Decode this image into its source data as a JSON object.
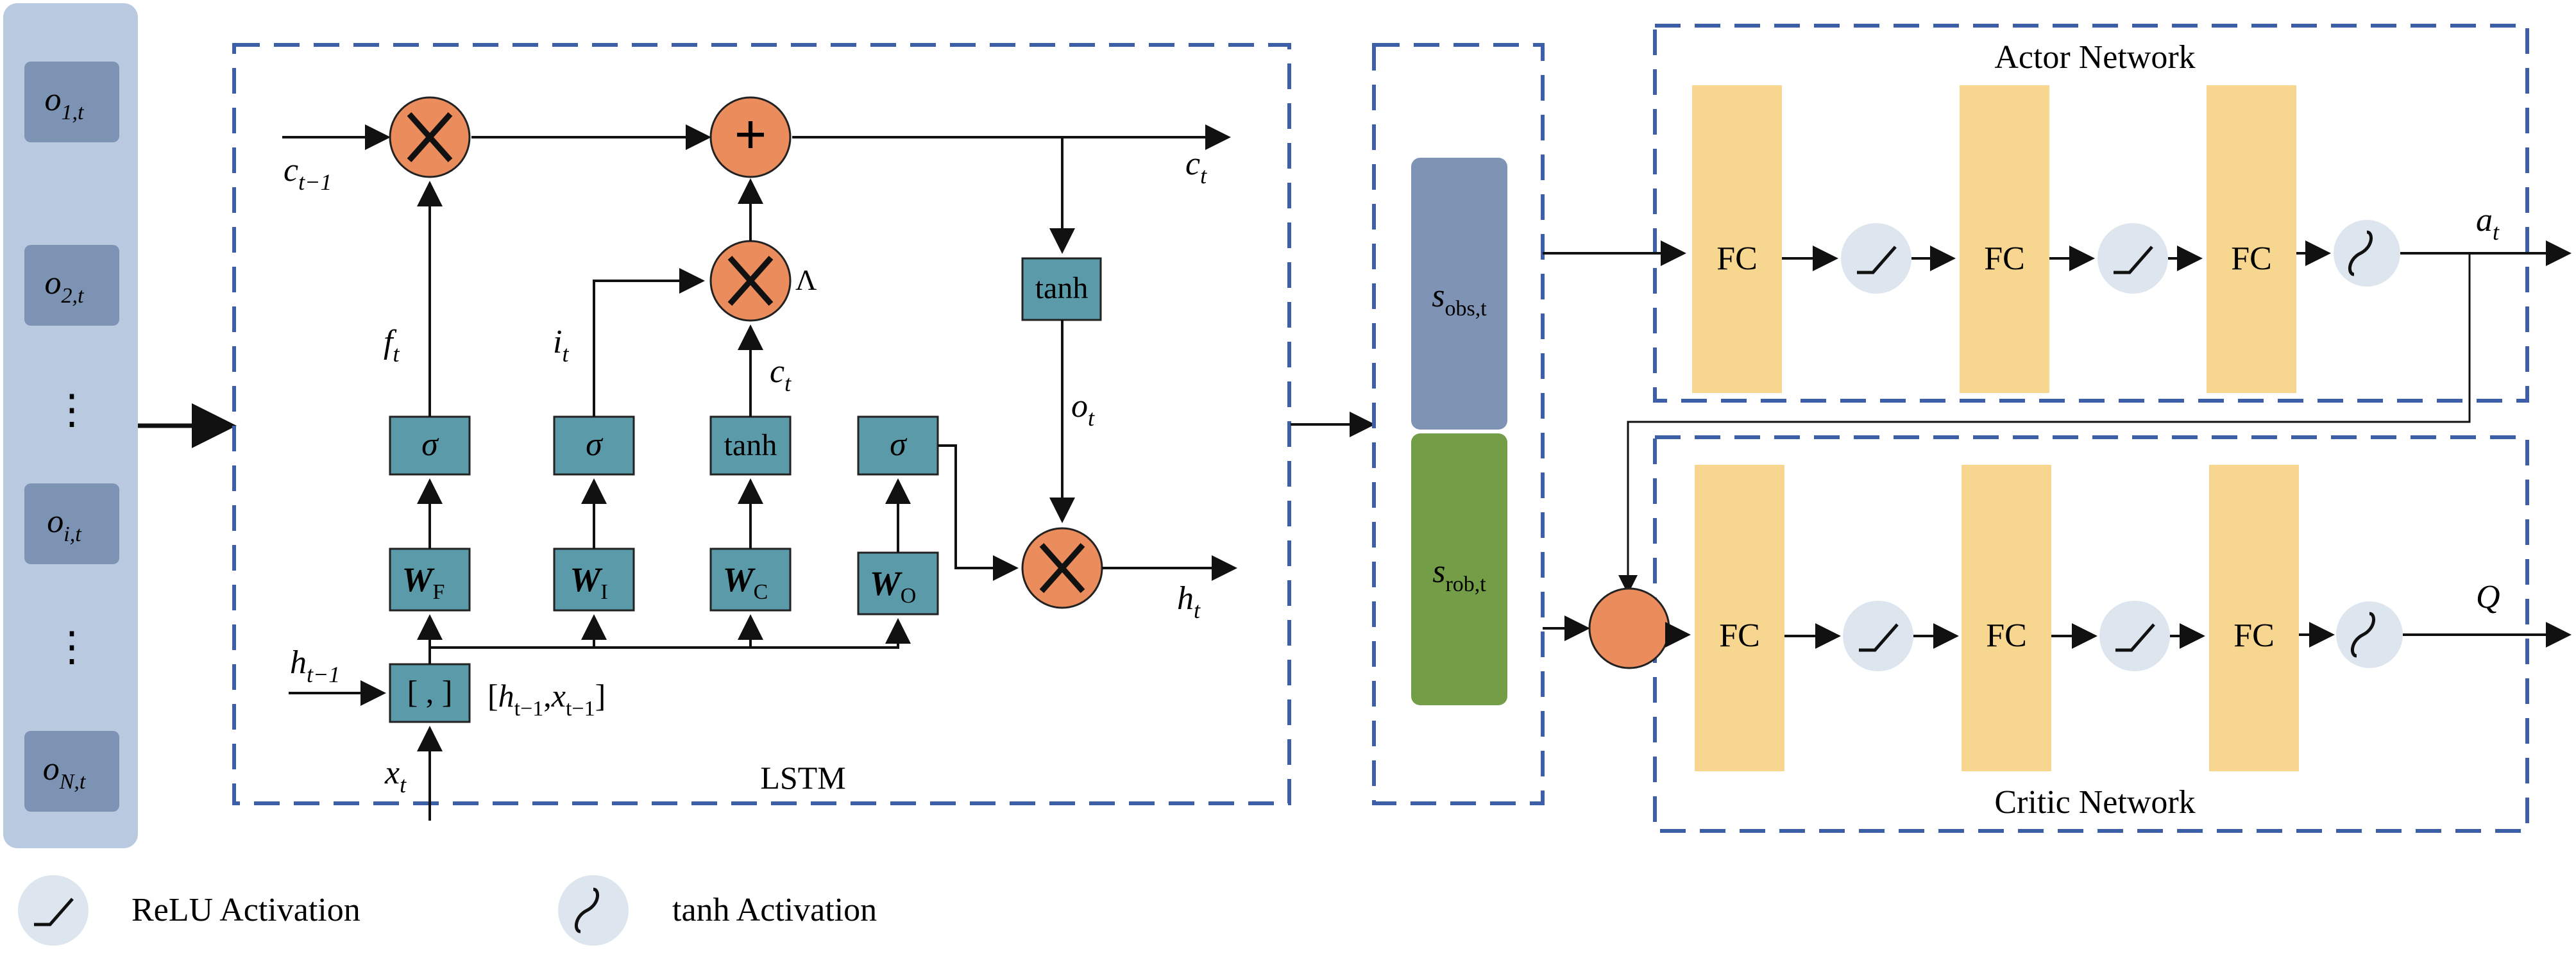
{
  "inputs": {
    "obs": [
      {
        "main": "o",
        "sub": "1,t"
      },
      {
        "main": "o",
        "sub": "2,t"
      },
      {
        "main": "o",
        "sub": "i,t"
      },
      {
        "main": "o",
        "sub": "N,t"
      }
    ],
    "ellipsis": "⋮"
  },
  "lstm": {
    "title": "LSTM",
    "c_prev": {
      "main": "c",
      "sub": "t−1"
    },
    "c_t": {
      "main": "c",
      "sub": "t"
    },
    "h_prev": {
      "main": "h",
      "sub": "t−1"
    },
    "h_t": {
      "main": "h",
      "sub": "t"
    },
    "x_t": {
      "main": "x",
      "sub": "t"
    },
    "f_t": {
      "main": "f",
      "sub": "t"
    },
    "i_t": {
      "main": "i",
      "sub": "t"
    },
    "c_tilde": {
      "main": "c",
      "sub": "t"
    },
    "o_t": {
      "main": "o",
      "sub": "t"
    },
    "sigma": "σ",
    "tanh": "tanh",
    "lambda": "Λ",
    "concat": "[ , ]",
    "concat_label": {
      "open": "[",
      "h": "h",
      "h_sub": "t−1",
      "comma": ",",
      "x": "x",
      "x_sub": "t−1",
      "close": "]"
    },
    "weights": [
      {
        "main": "W",
        "sub": "F"
      },
      {
        "main": "W",
        "sub": "I"
      },
      {
        "main": "W",
        "sub": "C"
      },
      {
        "main": "W",
        "sub": "O"
      }
    ],
    "plus": "+"
  },
  "state": {
    "obs": {
      "main": "s",
      "sub": "obs,t"
    },
    "rob": {
      "main": "s",
      "sub": "rob,t"
    }
  },
  "actor": {
    "title": "Actor Network",
    "fc_label": "FC",
    "output": {
      "main": "a",
      "sub": "t"
    }
  },
  "critic": {
    "title": "Critic Network",
    "fc_label": "FC",
    "output": "Q"
  },
  "legend": {
    "relu": "ReLU Activation",
    "tanh": "tanh Activation"
  },
  "colors": {
    "teal": "#5b9aa8",
    "orange": "#eb8c5c",
    "fc": "#f7d690",
    "dash": "#3d5fa8",
    "input_panel": "#b9c9df",
    "input_box": "#7d93b3",
    "s_obs": "#7f93b5",
    "s_rob": "#739e47",
    "activation": "#dde5ef"
  }
}
